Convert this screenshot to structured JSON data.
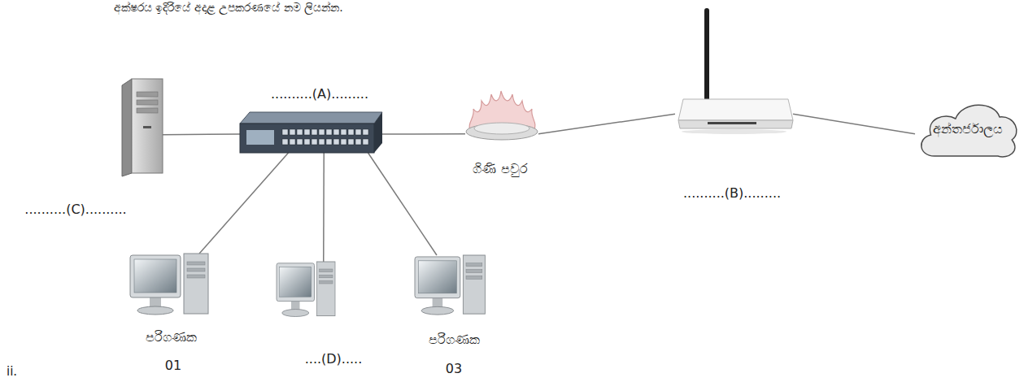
{
  "diagram": {
    "nodes": [
      {
        "text": [
          "..........(C).........."
        ]
      },
      {
        "text": [
          "..........(A)........."
        ]
      },
      {
        "text": [
          "ගිණි පවුර"
        ]
      },
      {
        "text": [
          "..........(B)........."
        ]
      },
      {
        "text": [
          "අන්තර්ජාලය"
        ]
      },
      {
        "text": [
          "පරිගණක",
          "01"
        ]
      },
      {
        "text": [
          "....(D)....."
        ]
      },
      {
        "text": [
          "පරිගණක",
          "03"
        ]
      }
    ],
    "edges": [
      {
        "from": 0,
        "to": 1,
        "arrow": "none"
      },
      {
        "from": 1,
        "to": 2,
        "arrow": "none"
      },
      {
        "from": 2,
        "to": 3,
        "arrow": "none"
      },
      {
        "from": 3,
        "to": 4,
        "arrow": "none"
      },
      {
        "from": 1,
        "to": 5,
        "arrow": "none"
      },
      {
        "from": 1,
        "to": 6,
        "arrow": "none"
      },
      {
        "from": 1,
        "to": 7,
        "arrow": "none"
      }
    ],
    "labels": [
      "අක්ෂරය ඉදිරියේ අදාළ උපකරණයේ නම ලියන්න.",
      "ii."
    ]
  }
}
